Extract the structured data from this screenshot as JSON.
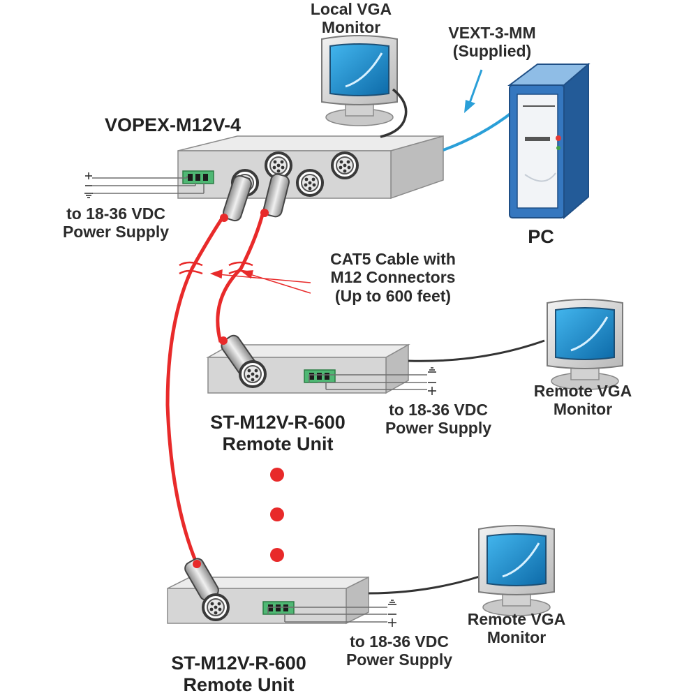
{
  "labels": {
    "local_monitor": [
      "Local VGA",
      "Monitor"
    ],
    "vext_cable": [
      "VEXT-3-MM",
      "(Supplied)"
    ],
    "main_unit": "VOPEX-M12V-4",
    "main_power": [
      "to 18-36 VDC",
      "Power Supply"
    ],
    "pc": "PC",
    "cat5": [
      "CAT5 Cable with",
      "M12 Connectors",
      "(Up to 600 feet)"
    ],
    "remote_unit_1": [
      "ST-M12V-R-600",
      "Remote Unit"
    ],
    "remote_power_1": [
      "to 18-36 VDC",
      "Power Supply"
    ],
    "remote_monitor_1": [
      "Remote VGA",
      "Monitor"
    ],
    "remote_unit_2": [
      "ST-M12V-R-600",
      "Remote Unit"
    ],
    "remote_power_2": [
      "to 18-36 VDC",
      "Power Supply"
    ],
    "remote_monitor_2": [
      "Remote VGA",
      "Monitor"
    ]
  },
  "colors": {
    "cat5_cable": "#e82a2a",
    "vext_cable": "#2a9fd8",
    "screen": "#1a86c6",
    "unit_body": "#d8d8d8",
    "pc_body": "#2f6fb5",
    "terminal": "#4fb874"
  }
}
